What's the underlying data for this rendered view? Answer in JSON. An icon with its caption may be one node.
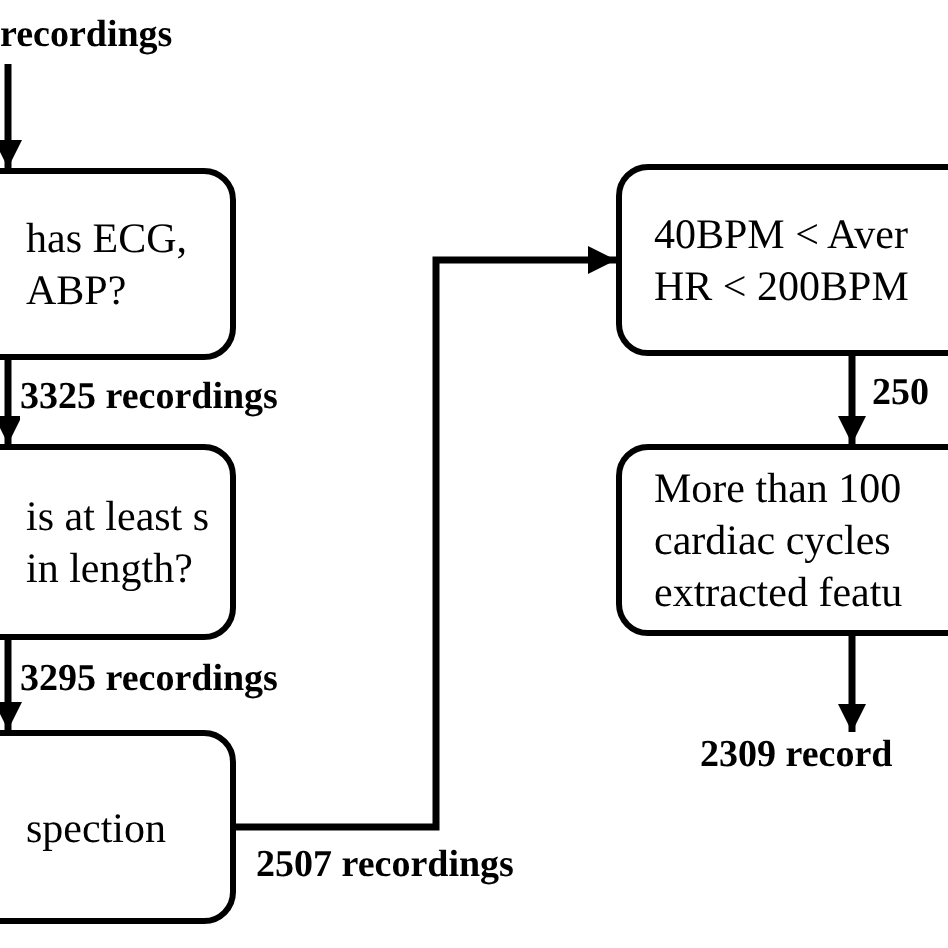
{
  "diagram": {
    "nodes": [
      {
        "text": [
          "recordings"
        ]
      },
      {
        "text": [
          "has ECG, ABP?"
        ]
      },
      {
        "text": [
          "is at least s in length?"
        ]
      },
      {
        "text": [
          "spection"
        ]
      },
      {
        "text": [
          "40BPM < Aver HR < 200BPM"
        ]
      },
      {
        "text": [
          "More than 100 cardiac cycles extracted featu"
        ]
      },
      {
        "text": [
          "2309 record"
        ]
      }
    ],
    "edges": [
      {
        "from": 0,
        "to": 1,
        "arrow": "to"
      },
      {
        "from": 1,
        "to": 2,
        "arrow": "to",
        "label": "3325 recordings"
      },
      {
        "from": 2,
        "to": 3,
        "arrow": "to",
        "label": "3295 recordings"
      },
      {
        "from": 3,
        "to": 4,
        "arrow": "to",
        "label": "2507 recordings"
      },
      {
        "from": 4,
        "to": 5,
        "arrow": "to",
        "label": "250"
      },
      {
        "from": 5,
        "to": 6,
        "arrow": "to"
      }
    ]
  }
}
